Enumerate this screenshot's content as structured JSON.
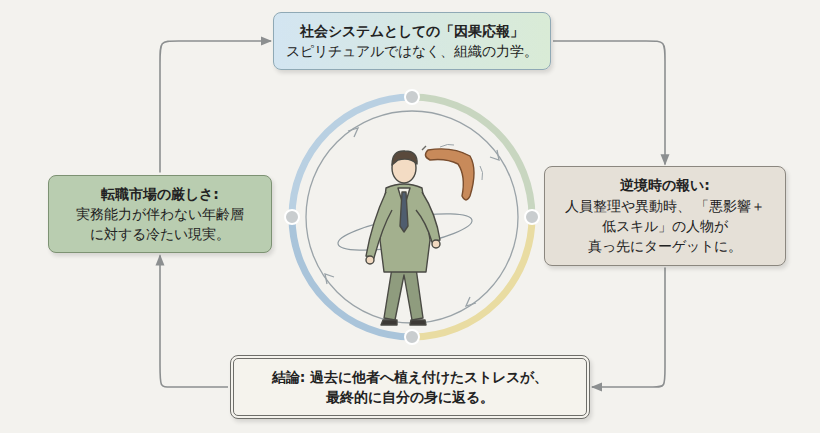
{
  "diagram": {
    "nodes": [
      {
        "text": [
          "社会システムとしての「因果応報」",
          "スピリチュアルではなく、組織の力学。"
        ]
      },
      {
        "text": [
          "転職市場の厳しさ:",
          "実務能力が伴わない年齢層 に対する冷たい現実。"
        ]
      },
      {
        "text": [
          "逆境時の報い:",
          "人員整理や異動時、 「悪影響＋低スキル」の人物が 真っ先にターゲットに。"
        ]
      },
      {
        "text": [
          "結論: 過去に他者へ植え付けたストレスが、 最終的に自分の身に返る。"
        ]
      }
    ],
    "edges": [
      {
        "from": 0,
        "to": 2,
        "arrow": "to"
      },
      {
        "from": 2,
        "to": 3,
        "arrow": "to"
      },
      {
        "from": 3,
        "to": 1,
        "arrow": "to"
      },
      {
        "from": 1,
        "to": 0,
        "arrow": "to"
      }
    ]
  }
}
